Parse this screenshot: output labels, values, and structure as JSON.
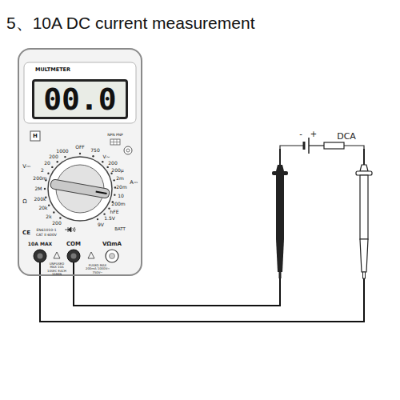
{
  "diagram": {
    "title": "5、10A DC current measurement",
    "nodes": [
      {
        "text": [
          "MULTMETER"
        ]
      },
      {
        "text": [
          "00.0"
        ],
        "in": 0
      }
    ],
    "labels": [
      "1000",
      "OFF",
      "750",
      "V~",
      "200",
      "200μ",
      "2m",
      "20m",
      "10",
      "200m",
      "hFE",
      "1.5V",
      "9V",
      "BATT",
      "A⎓",
      "200",
      "20",
      "2",
      "200m",
      "2M",
      "200k",
      "20k",
      "2k",
      "200",
      "V⎓",
      "Ω",
      "NPN PNP",
      "H",
      "CE",
      "EN61010-1",
      "CAT II 600V",
      "10A MAX",
      "COM",
      "VΩmA",
      "UNFUSED MAX 10A 10SEC EACH 15MIN",
      "FUSED MAX 200mA 1000V⎓ 750V~",
      "-",
      "+",
      "DCA"
    ]
  }
}
